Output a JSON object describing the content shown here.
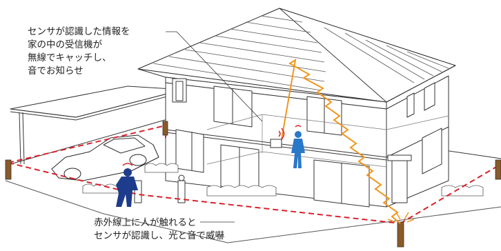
{
  "annotations": {
    "receiver_lines": [
      "センサが認識した情報を",
      "家の中の受信機が",
      "無線でキャッチし、",
      "音でお知らせ"
    ],
    "sensor_lines": [
      "赤外線上に人が触れると",
      "センサが認識し、光と音で威嚇"
    ]
  },
  "colors": {
    "infrared_beam": "#d8202a",
    "wireless_signal": "#f0961e",
    "person": "#2a78c8",
    "intruder": "#1e3c8c",
    "alert": "#e0202a",
    "line": "#333333"
  }
}
